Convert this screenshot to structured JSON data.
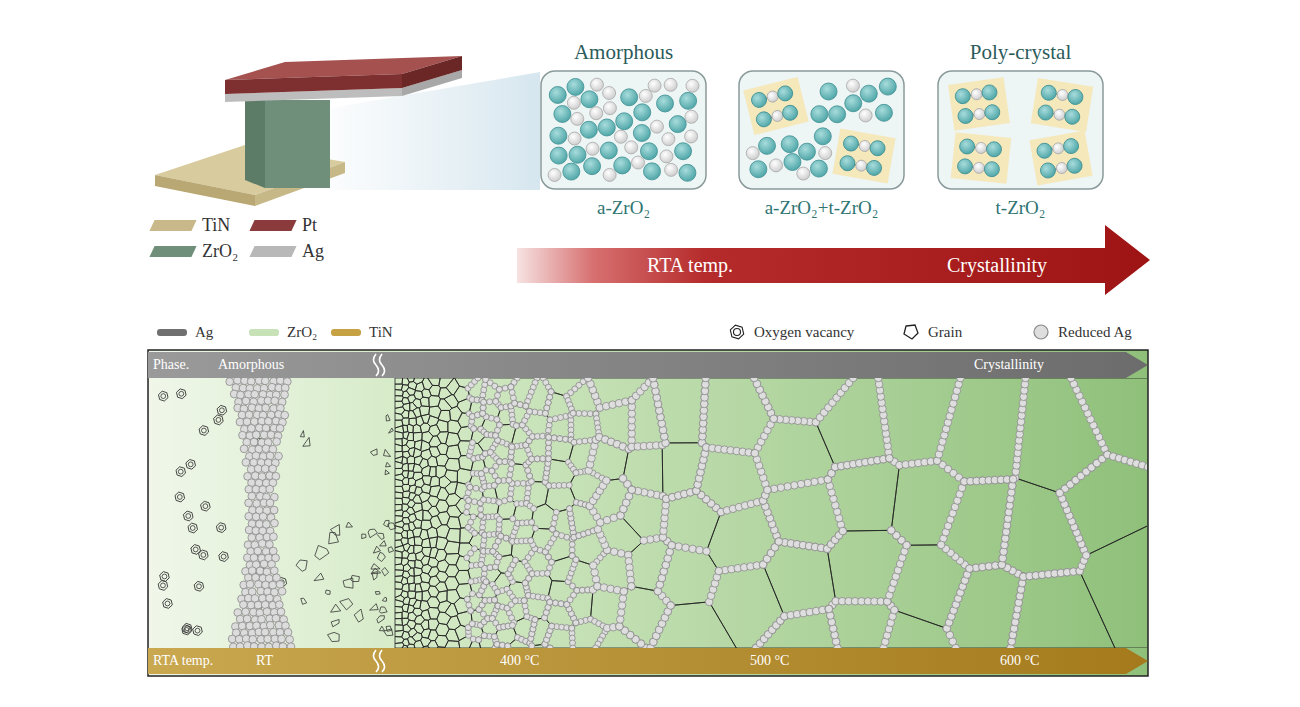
{
  "diagram": {
    "nodes": [
      {
        "text": [
          "Amorphous",
          "a-ZrO₂"
        ]
      },
      {
        "text": [
          "a-ZrO₂+t-ZrO₂"
        ]
      },
      {
        "text": [
          "Poly-crystal",
          "t-ZrO₂"
        ]
      },
      {
        "text": [
          "RTA temp.",
          "Crystallinity"
        ]
      },
      {
        "text": [
          "Phase.",
          "Amorphous",
          "Crystallinity"
        ]
      },
      {
        "text": [
          "RTA temp.",
          "RT",
          "400 °C",
          "500 °C",
          "600 °C"
        ]
      }
    ],
    "legend": [
      {
        "text": "TiN",
        "color": "#c9b98a"
      },
      {
        "text": "Pt",
        "color": "#8b3b3b"
      },
      {
        "text": "ZrO₂",
        "color": "#6f8f7a"
      },
      {
        "text": "Ag",
        "color": "#b8b8b8"
      },
      {
        "text": "Ag",
        "color": "#707070"
      },
      {
        "text": "ZrO₂",
        "color": "#c6e2b6"
      },
      {
        "text": "TiN",
        "color": "#c7a244"
      },
      {
        "text": "Oxygen vacancy"
      },
      {
        "text": "Grain"
      },
      {
        "text": "Reduced Ag"
      }
    ]
  }
}
